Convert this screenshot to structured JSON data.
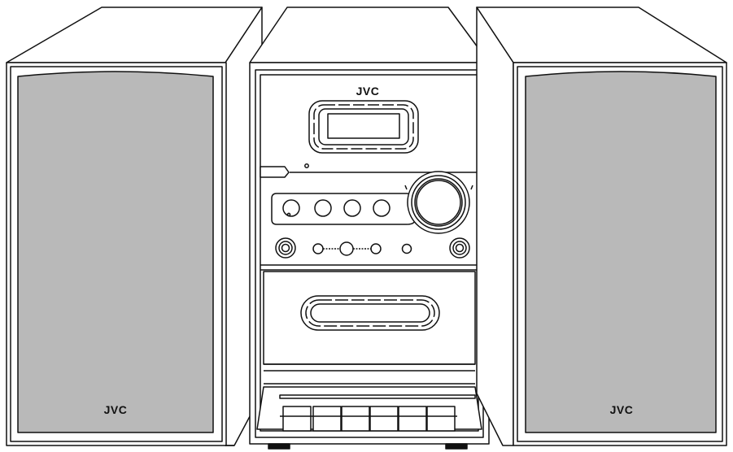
{
  "brand": {
    "logo_text": "JVC",
    "unit_logo": "JVC",
    "left_speaker_logo": "JVC",
    "right_speaker_logo": "JVC"
  },
  "colors": {
    "line": "#111111",
    "grille": "#b9b9b9",
    "background": "#ffffff"
  },
  "components": {
    "left_speaker": "speaker",
    "main_unit": "mini-system-main-unit",
    "right_speaker": "speaker",
    "knob": "volume-knob",
    "cassette_keys_count": 6
  }
}
